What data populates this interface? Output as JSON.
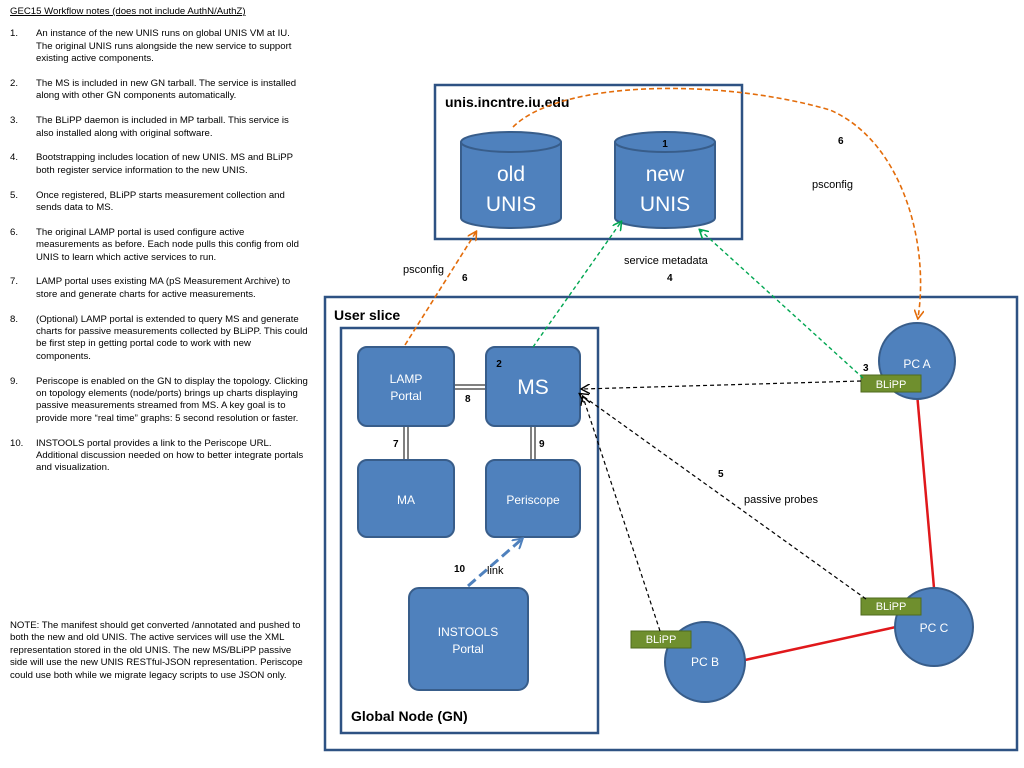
{
  "notes": {
    "title": "GEC15 Workflow notes (does not include AuthN/AuthZ)",
    "items": [
      {
        "num": "1.",
        "text": "An instance of the new UNIS runs on global UNIS VM at IU.  The original UNIS runs alongside the new service to support  existing active components."
      },
      {
        "num": "2.",
        "text": "The MS is included in new GN tarball.  The service is installed along with other GN components automatically."
      },
      {
        "num": "3.",
        "text": "The BLiPP daemon is included  in MP tarball.  This service is also installed along with original software."
      },
      {
        "num": "4.",
        "text": "Bootstrapping includes location of new UNIS.   MS and BLiPP both register service information to the new UNIS."
      },
      {
        "num": "5.",
        "text": "Once registered, BLiPP starts measurement collection and sends data to MS."
      },
      {
        "num": "6.",
        "text": "The original LAMP portal is used configure active measurements as before.  Each node pulls this config from old UNIS to learn which active services to run."
      },
      {
        "num": "7.",
        "text": "LAMP portal uses existing MA (pS Measurement Archive) to store and generate charts for active measurements."
      },
      {
        "num": "8.",
        "text": "(Optional) LAMP portal is extended to query MS and generate charts for passive measurements collected by BLiPP.  This could be first step in getting portal code to work with new components."
      },
      {
        "num": "9.",
        "text": "Periscope is enabled on the GN to display the topology.  Clicking on topology elements (node/ports) brings up charts displaying passive measurements streamed from MS.  A key goal is to provide more “real time” graphs: 5 second resolution or faster."
      },
      {
        "num": "10.",
        "text": "INSTOOLS portal  provides a link to the Periscope URL.  Additional discussion needed on how to better integrate portals and visualization."
      }
    ],
    "footer": "NOTE: The manifest should get converted /annotated and pushed to both the new and old UNIS.  The active services will use the XML representation stored in the old UNIS.  The new MS/BLiPP passive side will use the new UNIS RESTful-JSON representation.  Periscope could use both while we migrate legacy scripts to use JSON only."
  },
  "diagram": {
    "unis_box_title": "unis.incntre.iu.edu",
    "old_unis": {
      "line1": "old",
      "line2": "UNIS"
    },
    "new_unis": {
      "line1": "new",
      "line2": "UNIS",
      "badge": "1"
    },
    "user_slice_title": "User slice",
    "gn_title": "Global Node (GN)",
    "lamp": {
      "line1": "LAMP",
      "line2": "Portal"
    },
    "ms": {
      "label": "MS",
      "badge": "2"
    },
    "ma": "MA",
    "periscope": "Periscope",
    "instools": {
      "line1": "INSTOOLS",
      "line2": "Portal"
    },
    "pc_a": "PC A",
    "pc_b": "PC B",
    "pc_c": "PC C",
    "blipp": "BLiPP",
    "labels": {
      "psconfig": "psconfig",
      "six": "6",
      "service_metadata": "service metadata",
      "four": "4",
      "three": "3",
      "five": "5",
      "passive_probes": "passive probes",
      "seven": "7",
      "eight": "8",
      "nine": "9",
      "ten": "10",
      "link": "link"
    },
    "colors": {
      "node_fill": "#4f81bd",
      "node_stroke": "#385d8a",
      "frame": "#2e5283",
      "blipp_fill": "#6f8f2e",
      "psconfig_arrow": "#e36c0a",
      "metadata_arrow": "#00a651",
      "pc_link": "#e0181b",
      "instools_link": "#4f81bd"
    }
  }
}
